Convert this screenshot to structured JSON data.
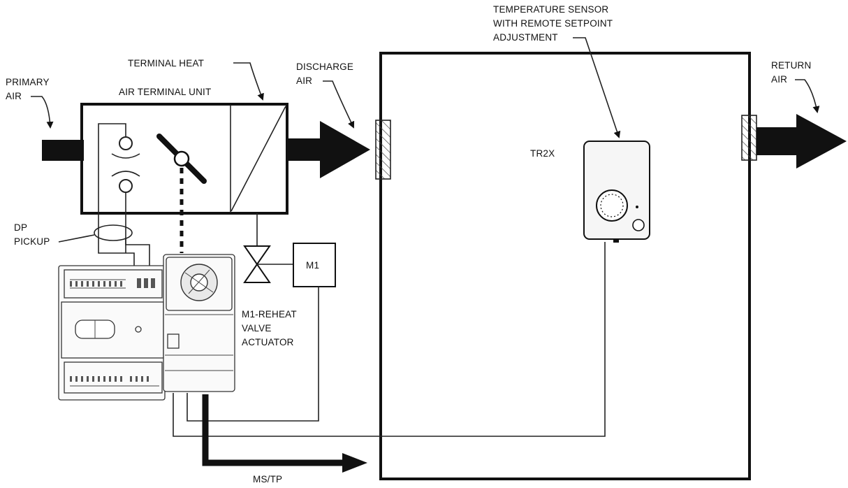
{
  "labels": {
    "primary_air": [
      "PRIMARY",
      "AIR"
    ],
    "terminal_heat": "TERMINAL HEAT",
    "air_terminal_unit": "AIR TERMINAL UNIT",
    "discharge_air": [
      "DISCHARGE",
      "AIR"
    ],
    "temperature_sensor": [
      "TEMPERATURE SENSOR",
      "WITH REMOTE SETPOINT",
      "ADJUSTMENT"
    ],
    "tr2x": "TR2X",
    "return_air": [
      "RETURN",
      "AIR"
    ],
    "dp_pickup": [
      "DP",
      "PICKUP"
    ],
    "m1": "M1",
    "reheat_actuator": [
      "M1-REHEAT",
      "VALVE",
      "ACTUATOR"
    ],
    "ms_tp": "MS/TP"
  },
  "icons": {
    "controller": "vav-controller-device",
    "actuator": "damper-actuator-device",
    "valve": "two-way-valve-symbol",
    "sensor": "wall-temperature-sensor",
    "damper": "damper-blade-symbol"
  }
}
